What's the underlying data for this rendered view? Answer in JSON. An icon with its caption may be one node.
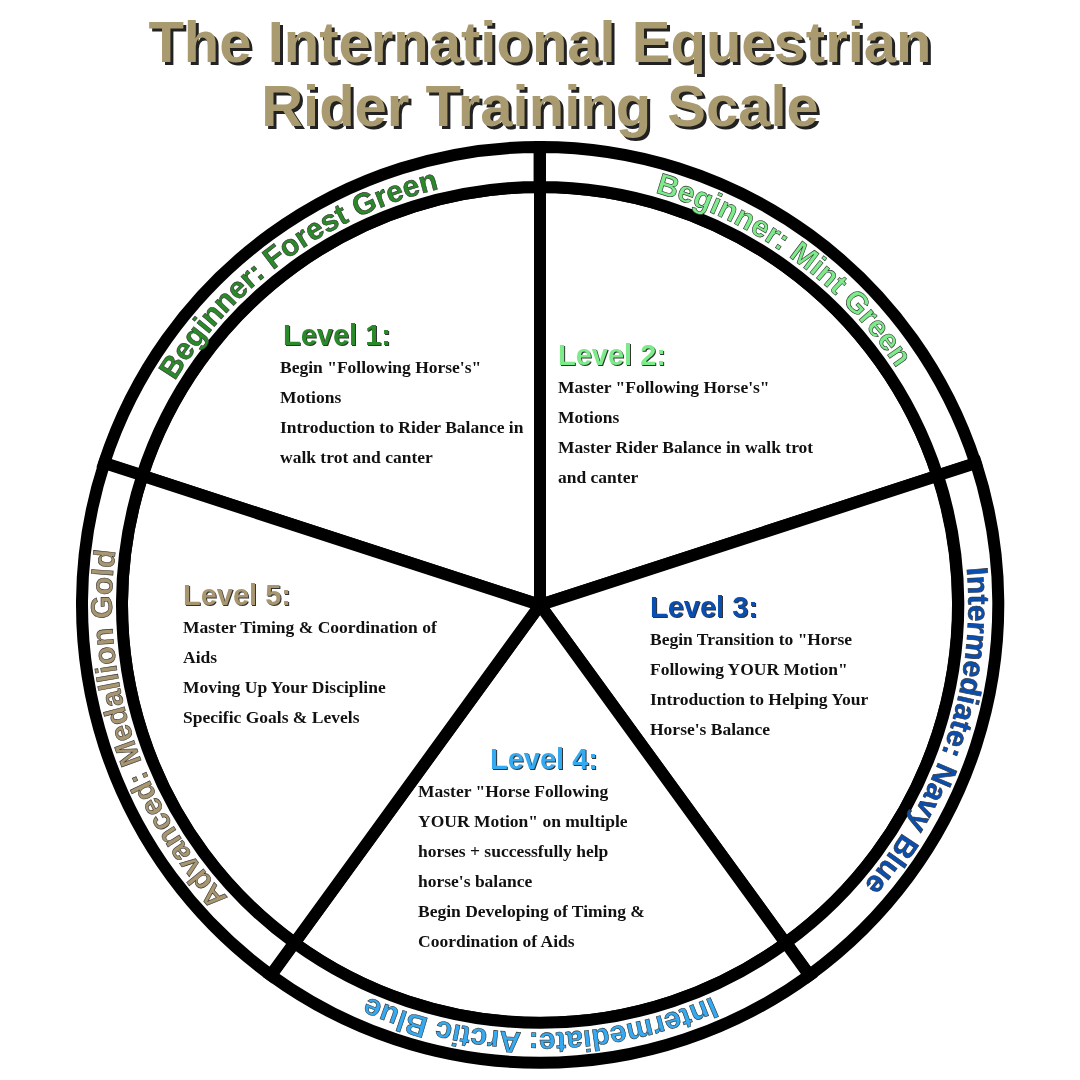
{
  "diagram": {
    "title": "The International Equestrian Rider Training Scale",
    "nodes": [
      {
        "text": [
          "Beginner: Forest Green"
        ]
      },
      {
        "text": [
          "Level 1:",
          "Begin \"Following Horse's\" Motions",
          "Introduction to Rider Balance in walk trot and canter"
        ]
      },
      {
        "text": [
          "Beginner: Mint Green"
        ]
      },
      {
        "text": [
          "Level 2:",
          "Master \"Following Horse's\" Motions",
          "Master Rider Balance in walk trot and canter"
        ]
      },
      {
        "text": [
          "Intermediate: Navy Blue"
        ]
      },
      {
        "text": [
          "Level 3:",
          "Begin Transition to \"Horse Following YOUR Motion\"",
          "Introduction to Helping Your Horse's Balance"
        ]
      },
      {
        "text": [
          "Intermediate: Arctic Blue"
        ]
      },
      {
        "text": [
          "Level 4:",
          "Master \"Horse Following YOUR Motion\" on multiple horses + successfully help horse's balance",
          "Begin Developing of Timing & Coordination of Aids"
        ]
      },
      {
        "text": [
          "Advanced: Medallion Gold"
        ]
      },
      {
        "text": [
          "Level 5:",
          "Master Timing & Coordination of Aids",
          "Moving Up Your Discipline Specific Goals & Levels"
        ]
      }
    ]
  }
}
